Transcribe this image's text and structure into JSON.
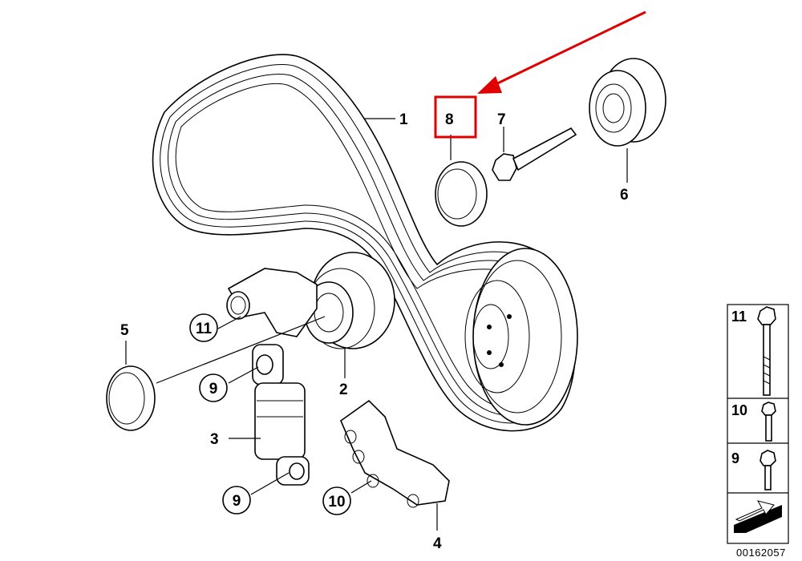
{
  "diagram": {
    "part_labels": {
      "p1": "1",
      "p2": "2",
      "p3": "3",
      "p4": "4",
      "p5": "5",
      "p6": "6",
      "p7": "7",
      "p8": "8"
    },
    "circled_labels": {
      "c9a": "9",
      "c9b": "9",
      "c10": "10",
      "c11": "11"
    },
    "highlight": {
      "part": "8",
      "box_color": "#e00000",
      "arrow_color": "#e00000"
    },
    "legend": {
      "items": [
        {
          "label": "11",
          "icon": "long-hex-flange-bolt-icon"
        },
        {
          "label": "10",
          "icon": "short-hex-bolt-icon"
        },
        {
          "label": "9",
          "icon": "medium-hex-bolt-icon"
        }
      ],
      "footer_icon": "view-arrow-icon"
    },
    "diagram_code": "00162057"
  }
}
